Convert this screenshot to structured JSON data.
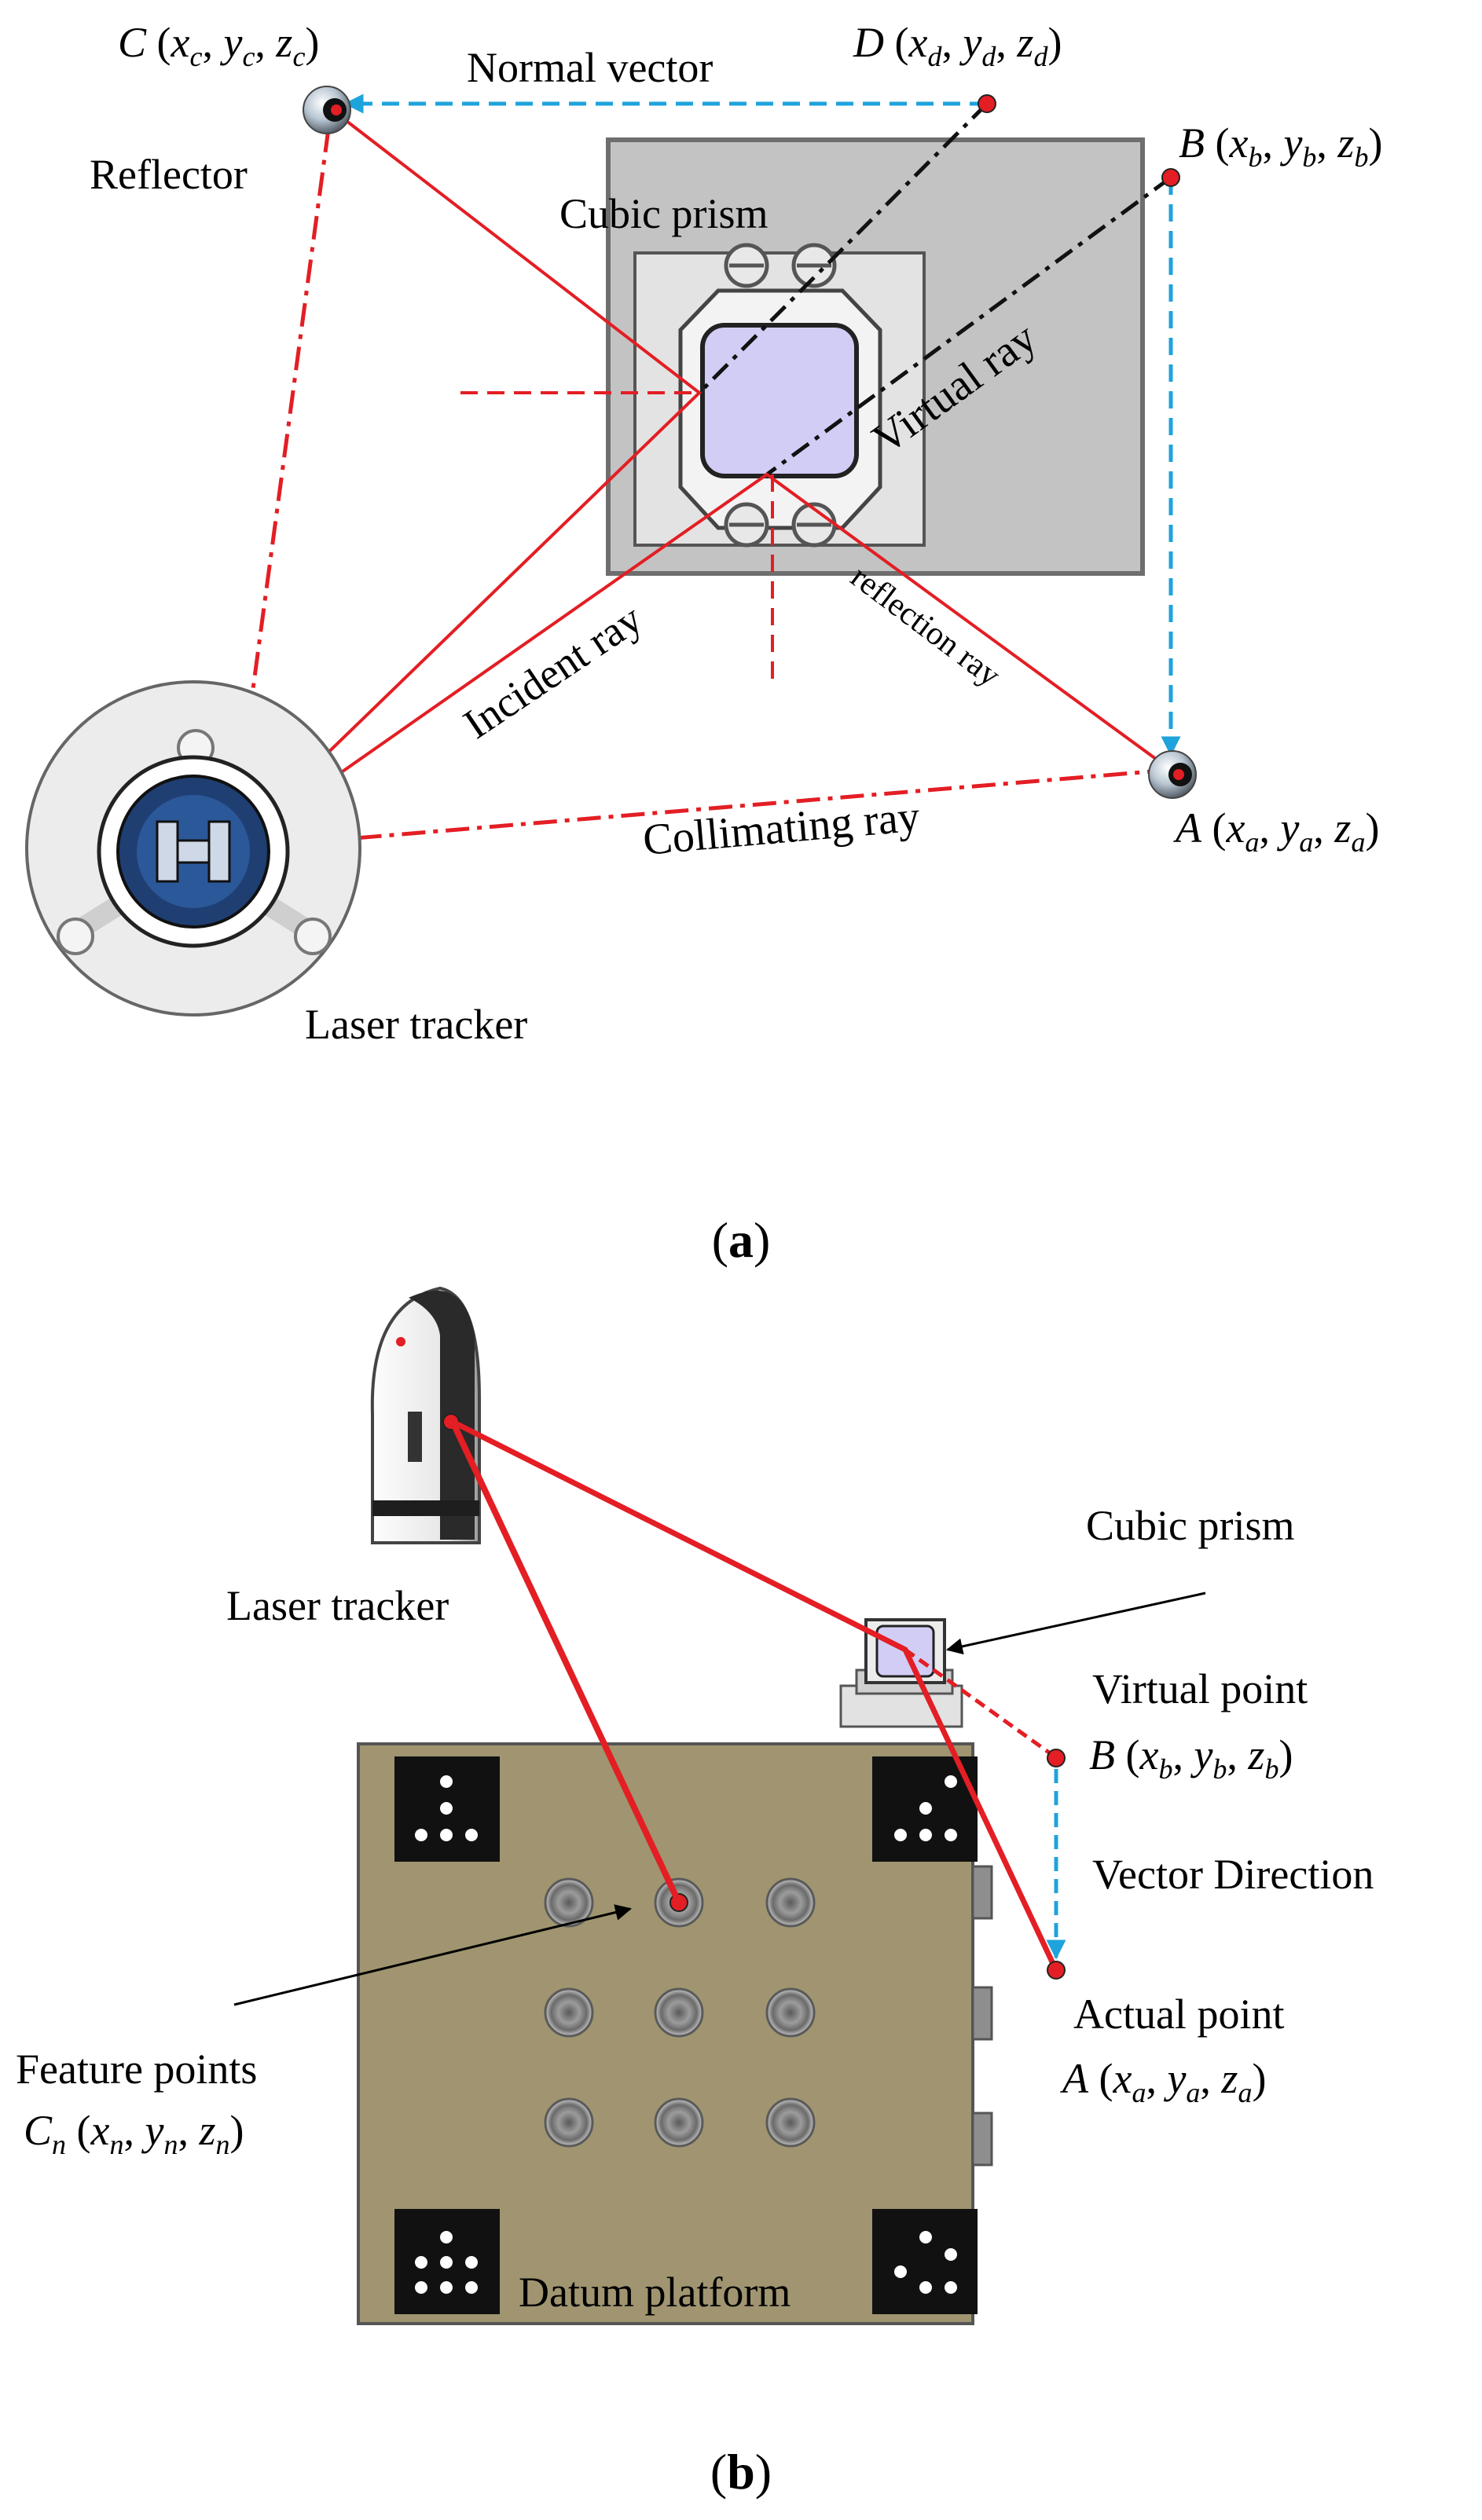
{
  "panel_a": {
    "caption_letter": "a",
    "point_c": {
      "letter": "C",
      "coords": "(x",
      "c1": "c",
      "c2": "c",
      "c3": "c",
      "full": "C (xc, yc, zc)"
    },
    "point_d": {
      "full": "D (xd, yd, zd)"
    },
    "point_b": {
      "full": "B (xb, yb, zb)"
    },
    "point_a": {
      "full": "A (xa, ya, za)"
    },
    "normal_vector": "Normal vector",
    "reflector": "Reflector",
    "cubic_prism": "Cubic prism",
    "virtual_ray": "Virtual ray",
    "incident_ray": "Incident ray",
    "reflection_ray": "reflection ray",
    "collimating_ray": "Collimating ray",
    "laser_tracker": "Laser tracker"
  },
  "panel_b": {
    "caption_letter": "b",
    "laser_tracker": "Laser tracker",
    "cubic_prism": "Cubic prism",
    "virtual_point": "Virtual point",
    "vector_direction": "Vector Direction",
    "actual_point": "Actual point",
    "feature_points": "Feature points",
    "datum_platform": "Datum platform"
  },
  "colors": {
    "ray_red": "#e31e24",
    "dash_blue": "#1fa3dc",
    "platform": "#a09570",
    "prism_face": "#d2cdf5",
    "mount_gray": "#c3c3c3"
  },
  "icons": [
    "reflector-icon",
    "laser-tracker-icon",
    "cubic-prism-icon"
  ]
}
